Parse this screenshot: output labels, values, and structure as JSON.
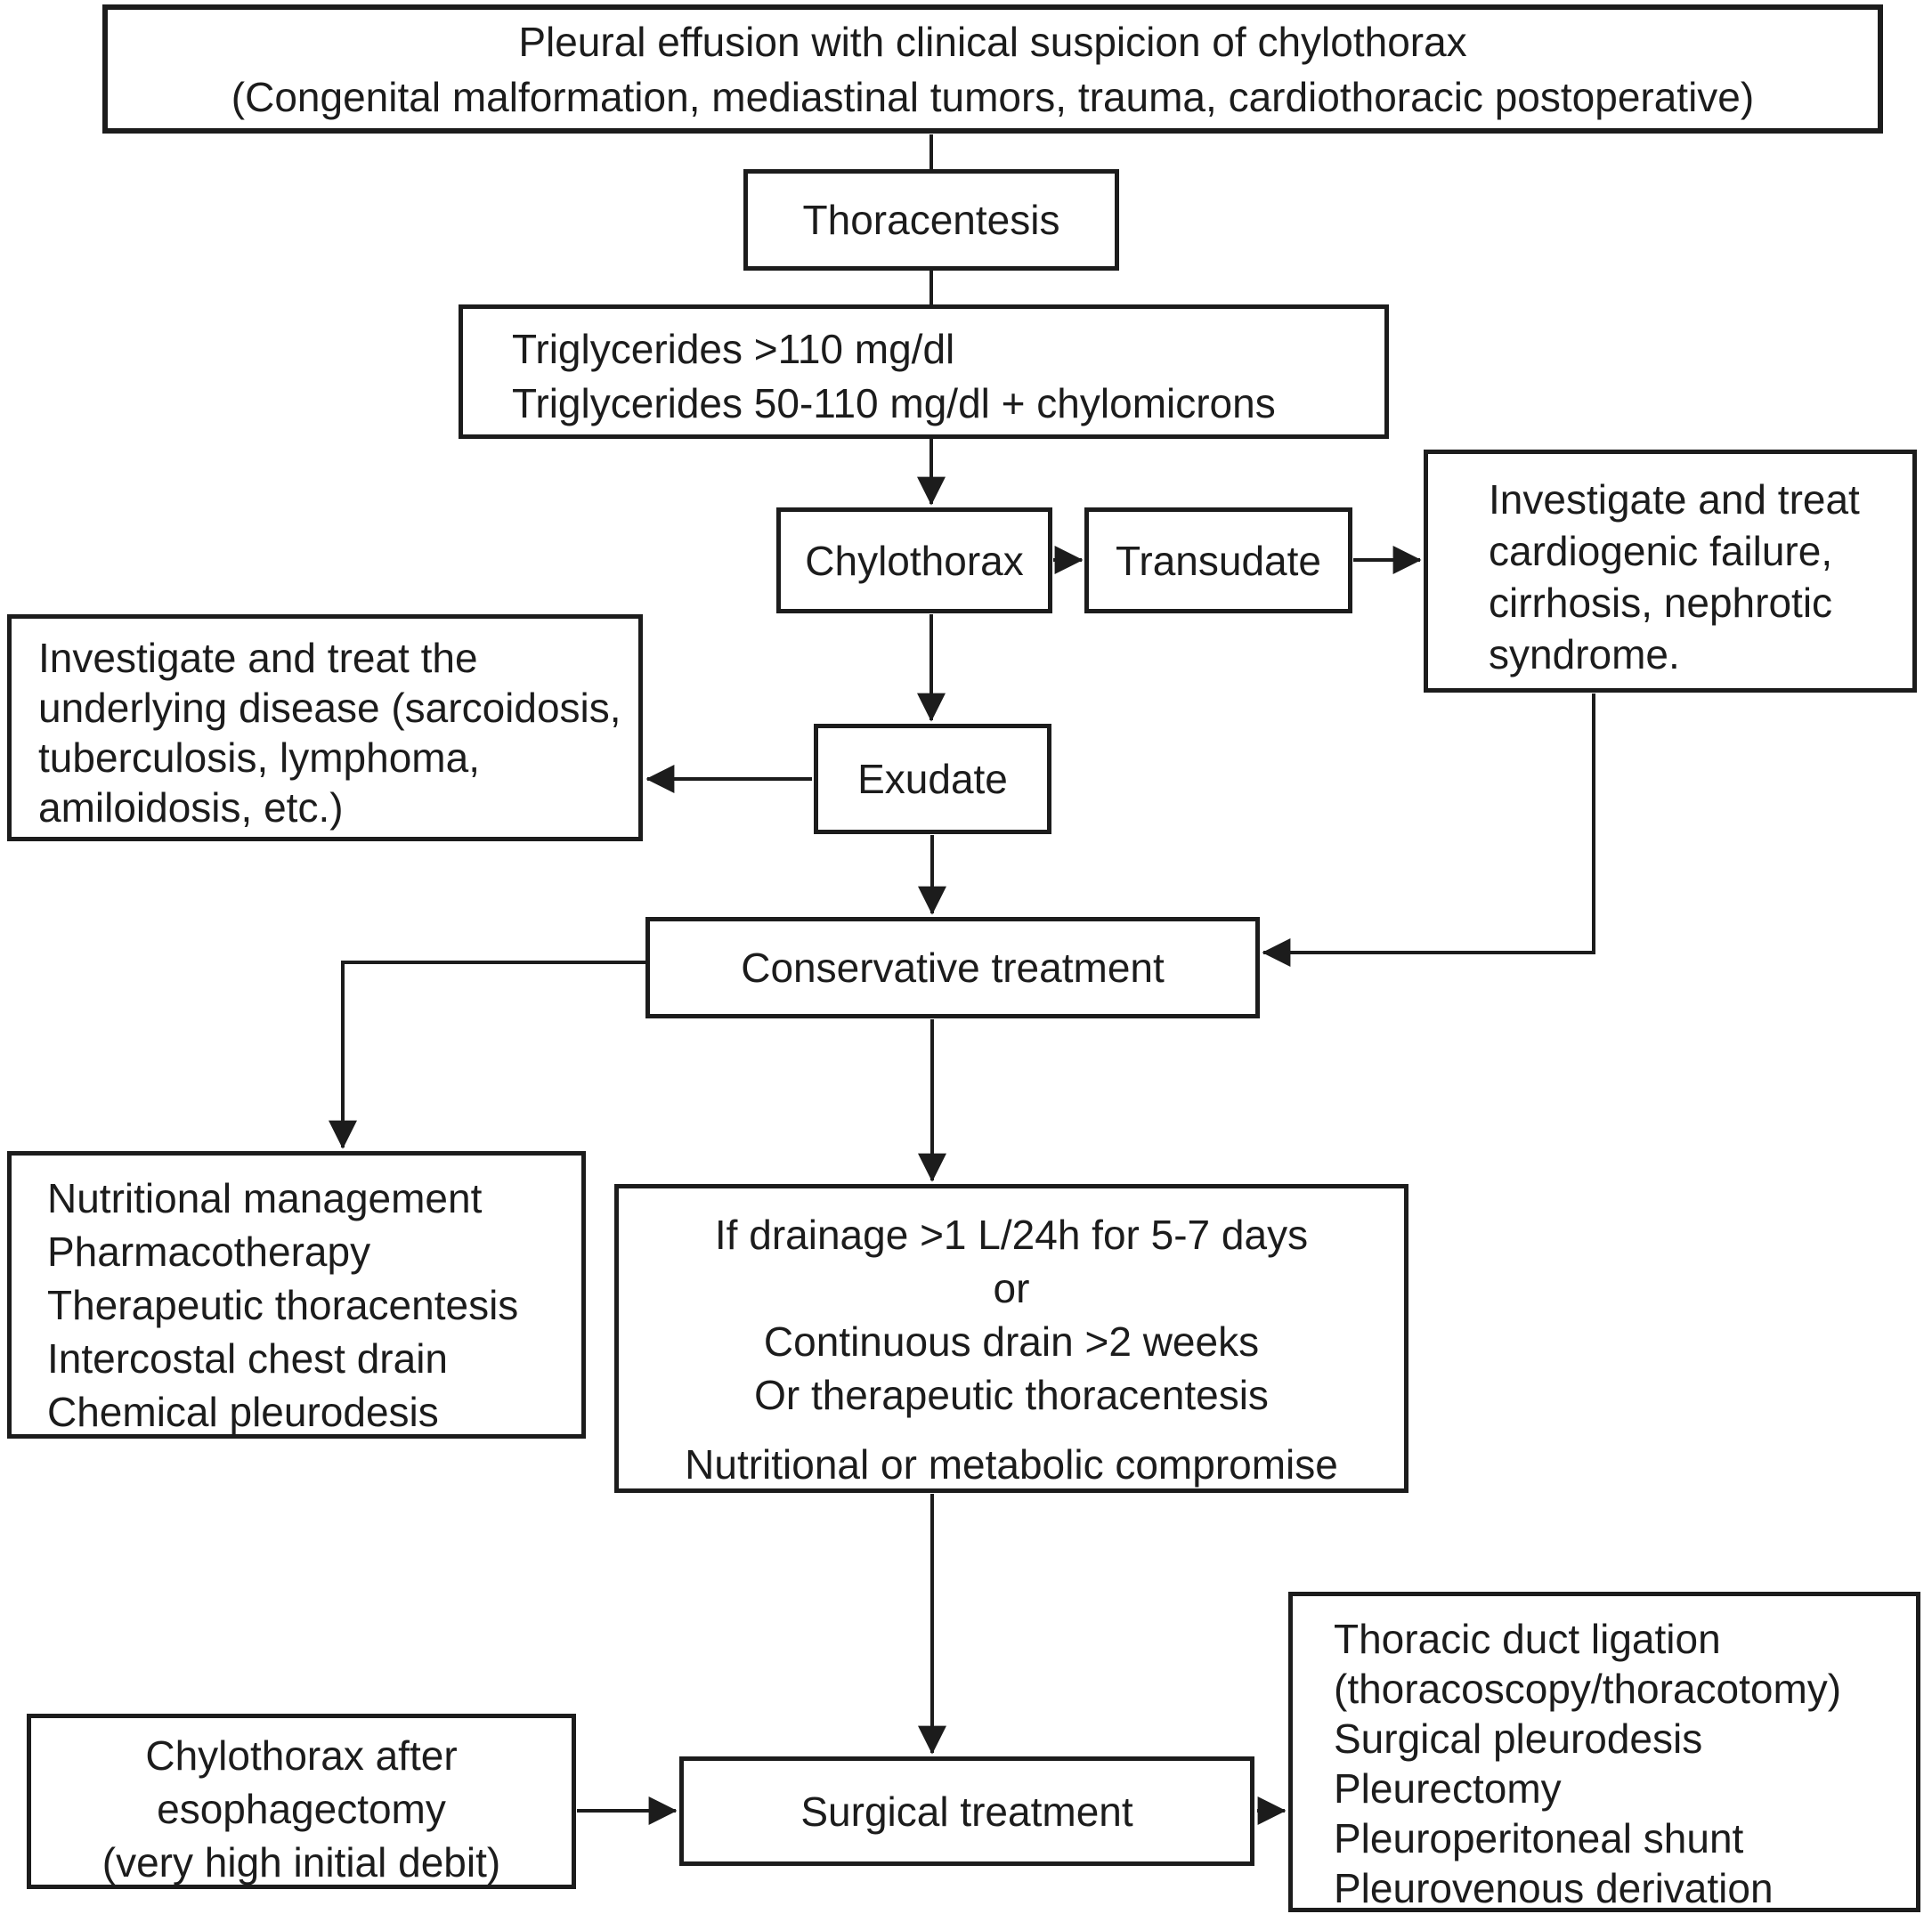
{
  "diagram": {
    "title_hint": "Chylothorax diagnostic and treatment flowchart",
    "colors": {
      "ink": "#1c1c1c",
      "background": "#ffffff"
    },
    "nodes": {
      "pleural_effusion": {
        "lines": [
          "Pleural effusion with clinical suspicion of chylothorax",
          "(Congenital malformation, mediastinal tumors, trauma, cardiothoracic postoperative)"
        ]
      },
      "thoracentesis": {
        "label": "Thoracentesis"
      },
      "triglycerides": {
        "lines": [
          "Triglycerides >110 mg/dl",
          "Triglycerides 50-110 mg/dl + chylomicrons"
        ]
      },
      "chylothorax": {
        "label": "Chylothorax"
      },
      "transudate": {
        "label": "Transudate"
      },
      "cardiogenic": {
        "lines": [
          "Investigate and treat",
          "cardiogenic failure,",
          "cirrhosis, nephrotic",
          "syndrome."
        ]
      },
      "underlying_disease": {
        "lines": [
          "Investigate and treat the",
          "underlying disease (sarcoidosis,",
          "tuberculosis, lymphoma,",
          "amiloidosis, etc.)"
        ]
      },
      "exudate": {
        "label": "Exudate"
      },
      "conservative": {
        "label": "Conservative treatment"
      },
      "conservative_options": {
        "lines": [
          "Nutritional management",
          "Pharmacotherapy",
          "Therapeutic thoracentesis",
          "Intercostal chest drain",
          "Chemical pleurodesis"
        ]
      },
      "surgery_criteria": {
        "lines": [
          "If drainage >1 L/24h for 5-7 days",
          "or",
          "Continuous drain >2 weeks",
          "Or therapeutic thoracentesis"
        ],
        "footer": "Nutritional or metabolic compromise"
      },
      "esophagectomy": {
        "lines": [
          "Chylothorax after",
          "esophagectomy",
          "(very high initial debit)"
        ]
      },
      "surgical": {
        "label": "Surgical treatment"
      },
      "surgical_options": {
        "lines": [
          "Thoracic duct ligation",
          "(thoracoscopy/thoracotomy)",
          "Surgical pleurodesis",
          "Pleurectomy",
          "Pleuroperitoneal shunt",
          "Pleurovenous derivation"
        ]
      }
    }
  }
}
